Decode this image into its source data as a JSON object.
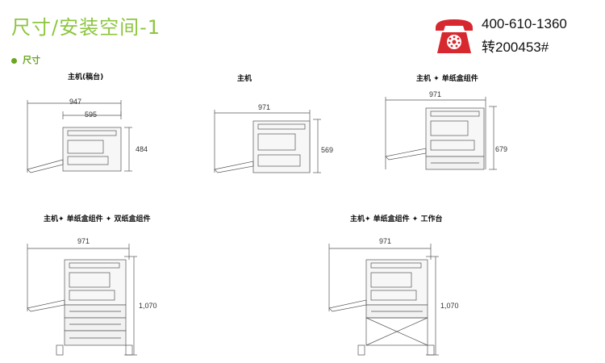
{
  "page": {
    "title": "尺寸/安装空间-1",
    "section": "尺寸"
  },
  "contact": {
    "icon": "telephone-icon",
    "phone": "400-610-1360",
    "extension": "转200453#",
    "icon_color": "#d7282f"
  },
  "accent_color": "#8cc63f",
  "diagrams": [
    {
      "caption": "主机(稿台)",
      "dims": [
        "947",
        "595",
        "484"
      ]
    },
    {
      "caption": "主机",
      "dims": [
        "971",
        "569"
      ]
    },
    {
      "caption": "主机  ✦ 单纸盒组件",
      "dims": [
        "971",
        "679"
      ]
    },
    {
      "caption": "主机✦ 单纸盒组件 ✦ 双纸盒组件",
      "dims": [
        "971",
        "1,070"
      ]
    },
    {
      "caption": "主机✦ 单纸盒组件 ✦ 工作台",
      "dims": [
        "971",
        "1,070"
      ]
    }
  ]
}
